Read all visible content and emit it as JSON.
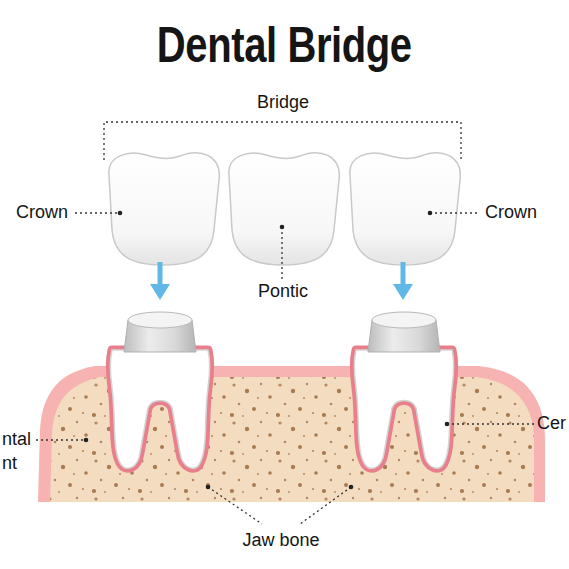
{
  "diagram": {
    "title": "Dental Bridge",
    "labels": [
      "Bridge",
      "Crown",
      "Pontic",
      "Crown",
      "ntal",
      "nt",
      "Cer",
      "Jaw bone"
    ]
  }
}
